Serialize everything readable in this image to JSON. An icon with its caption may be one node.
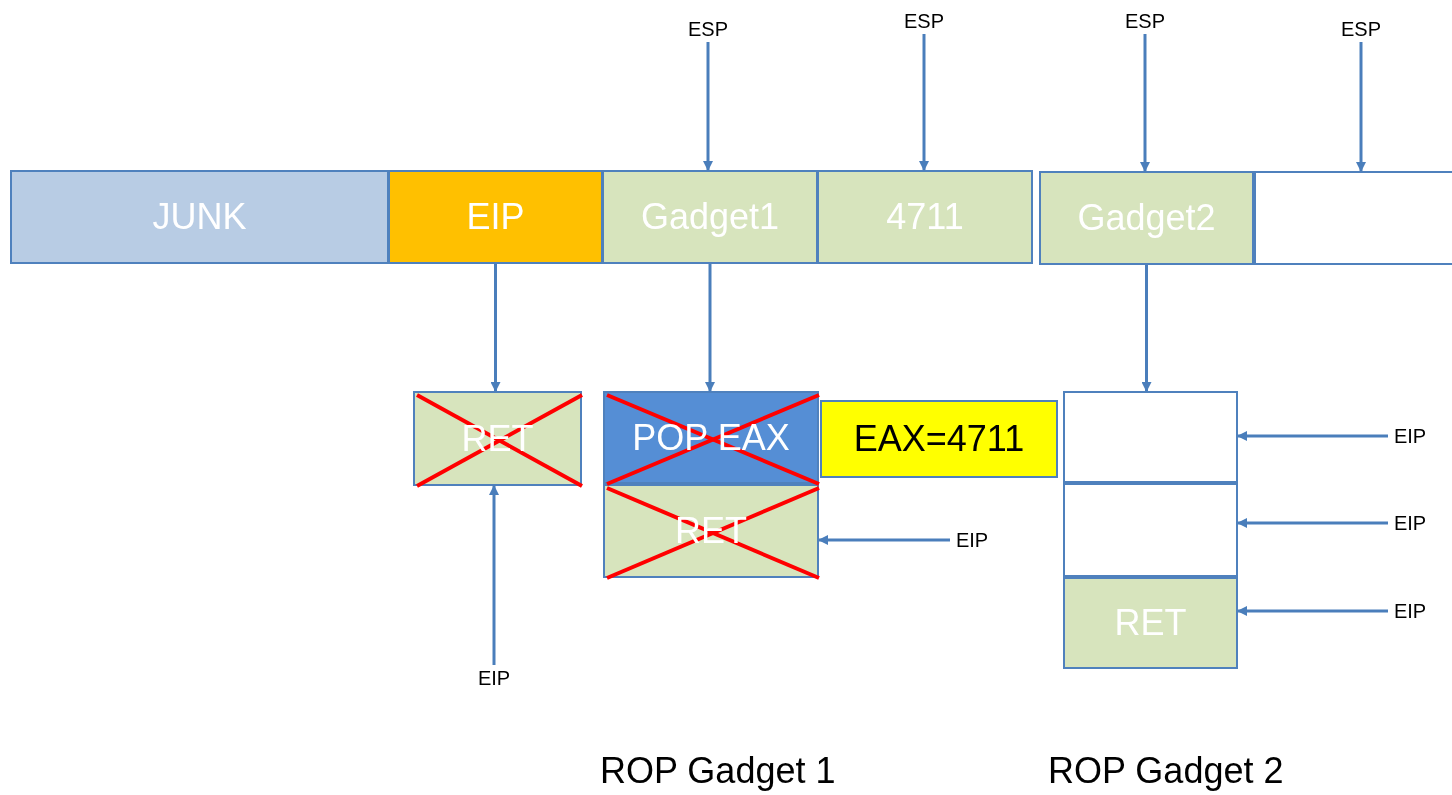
{
  "diagram": {
    "nodes": [
      {
        "text": [
          "JUNK"
        ]
      },
      {
        "text": [
          "EIP"
        ]
      },
      {
        "text": [
          "Gadget1"
        ]
      },
      {
        "text": [
          "4711"
        ]
      },
      {
        "text": [
          "Gadget2"
        ]
      },
      {
        "text": [],
        "shape": "box"
      },
      {
        "text": [
          "RET"
        ]
      },
      {
        "text": [
          "POP EAX"
        ]
      },
      {
        "text": [
          "EAX=4711"
        ]
      },
      {
        "text": [
          "RET"
        ]
      },
      {
        "text": [],
        "shape": "box"
      },
      {
        "text": [],
        "shape": "box"
      },
      {
        "text": [
          "RET"
        ]
      },
      {
        "text": [
          "ESP"
        ]
      },
      {
        "text": [
          "ESP"
        ]
      },
      {
        "text": [
          "ESP"
        ]
      },
      {
        "text": [
          "ESP"
        ]
      },
      {
        "text": [
          "EIP"
        ]
      },
      {
        "text": [
          "EIP"
        ]
      },
      {
        "text": [
          "EIP"
        ]
      },
      {
        "text": [
          "EIP"
        ]
      },
      {
        "text": [
          "EIP"
        ]
      }
    ],
    "edges": [
      {
        "from": 13,
        "to": 2,
        "arrow": "to"
      },
      {
        "from": 14,
        "to": 3,
        "arrow": "to"
      },
      {
        "from": 15,
        "to": 4,
        "arrow": "to"
      },
      {
        "from": 16,
        "to": 5,
        "arrow": "to"
      },
      {
        "from": 1,
        "to": 6,
        "arrow": "to"
      },
      {
        "from": 2,
        "to": 7,
        "arrow": "to"
      },
      {
        "from": 4,
        "to": 10,
        "arrow": "to"
      },
      {
        "from": 17,
        "to": 6,
        "arrow": "to"
      },
      {
        "from": 18,
        "to": 9,
        "arrow": "to"
      },
      {
        "from": 19,
        "to": 10,
        "arrow": "to"
      },
      {
        "from": 20,
        "to": 11,
        "arrow": "to"
      },
      {
        "from": 21,
        "to": 12,
        "arrow": "to"
      }
    ],
    "labels": [
      "ROP Gadget 1",
      "ROP Gadget 2"
    ]
  }
}
